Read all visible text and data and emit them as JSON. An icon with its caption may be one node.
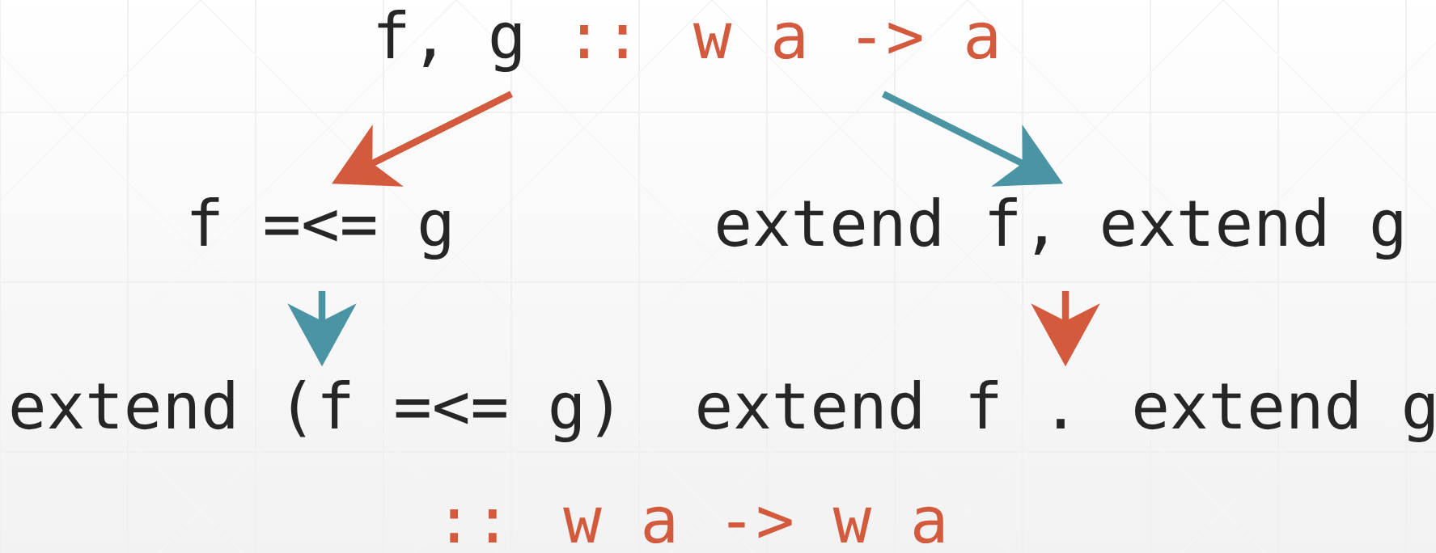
{
  "diagram": {
    "nodes": [
      {
        "text": [
          "f, g",
          ":: w a -> a"
        ]
      },
      {
        "text": [
          "f =<= g"
        ]
      },
      {
        "text": [
          "extend f, extend g"
        ]
      },
      {
        "text": [
          "extend (f =<= g)"
        ]
      },
      {
        "text": [
          "extend f . extend g"
        ]
      }
    ],
    "edges": [
      {
        "from": 0,
        "to": 1,
        "arrow": "to",
        "color": "#d35a3c"
      },
      {
        "from": 0,
        "to": 2,
        "arrow": "to",
        "color": "#4a94a3"
      },
      {
        "from": 1,
        "to": 3,
        "arrow": "to",
        "color": "#4a94a3"
      },
      {
        "from": 2,
        "to": 4,
        "arrow": "to",
        "color": "#d35a3c"
      }
    ],
    "labels": [
      ":: w a -> w a"
    ]
  }
}
